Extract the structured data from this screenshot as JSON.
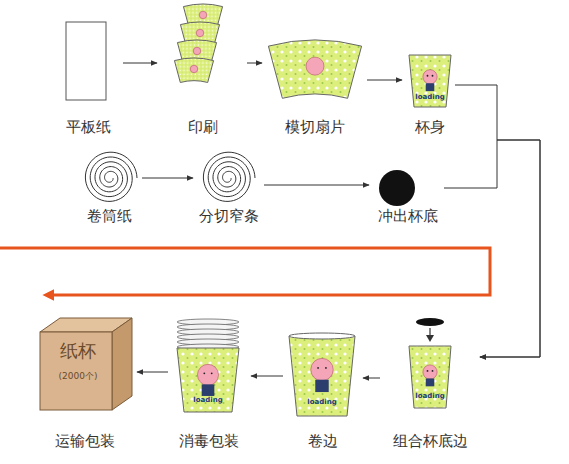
{
  "diagram": {
    "nodes": [
      {
        "text": [
          "平板纸"
        ]
      },
      {
        "text": [
          "印刷"
        ]
      },
      {
        "text": [
          "模切扇片"
        ]
      },
      {
        "text": [
          "杯身"
        ]
      },
      {
        "text": [
          "卷筒纸"
        ]
      },
      {
        "text": [
          "分切窄条"
        ]
      },
      {
        "text": [
          "冲出杯底"
        ]
      },
      {
        "text": [
          "组合杯底边"
        ]
      },
      {
        "text": [
          "卷边"
        ]
      },
      {
        "text": [
          "消毒包装"
        ]
      },
      {
        "text": [
          "纸杯",
          "(2000个)",
          "运输包装"
        ]
      }
    ],
    "edges": [
      {
        "from": 0,
        "to": 1,
        "arrow": "to"
      },
      {
        "from": 1,
        "to": 2,
        "arrow": "to"
      },
      {
        "from": 2,
        "to": 3,
        "arrow": "to"
      },
      {
        "from": 4,
        "to": 5,
        "arrow": "to"
      },
      {
        "from": 5,
        "to": 6,
        "arrow": "to"
      },
      {
        "from": 3,
        "to": 7,
        "arrow": "to"
      },
      {
        "from": 6,
        "to": 7,
        "arrow": "to"
      },
      {
        "from": 7,
        "to": 8,
        "arrow": "to"
      },
      {
        "from": 8,
        "to": 9,
        "arrow": "to"
      },
      {
        "from": 9,
        "to": 10,
        "arrow": "to"
      }
    ],
    "labels": [
      "loading",
      "loading",
      "loading",
      "loading"
    ]
  }
}
